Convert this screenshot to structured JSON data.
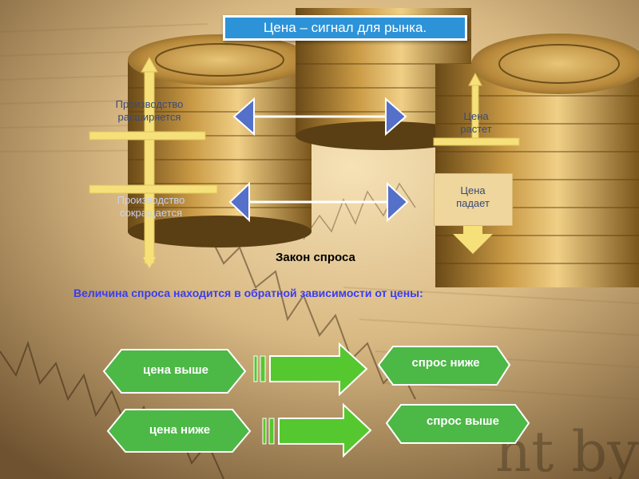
{
  "slide": {
    "title": "Цена – сигнал для  рынка.",
    "production_expands": "Производство расширяется",
    "production_shrinks": "Производство сокращается",
    "price_rises": "Цена растет",
    "price_falls": "Цена падает",
    "law_heading": "Закон спроса",
    "statement": "Величина спроса находится в обратной зависимости от цены:",
    "row1": {
      "cause": "цена выше",
      "effect": "спрос ниже"
    },
    "row2": {
      "cause": "цена ниже",
      "effect": "спрос выше"
    }
  },
  "colors": {
    "title_bg": "#2d93d8",
    "pill_green": "#4cb846",
    "arrow_green": "#55c830",
    "statement_blue": "#3a3df0",
    "double_arrow_blue": "#5570c8",
    "bar_yellow": "#f5e07a"
  }
}
